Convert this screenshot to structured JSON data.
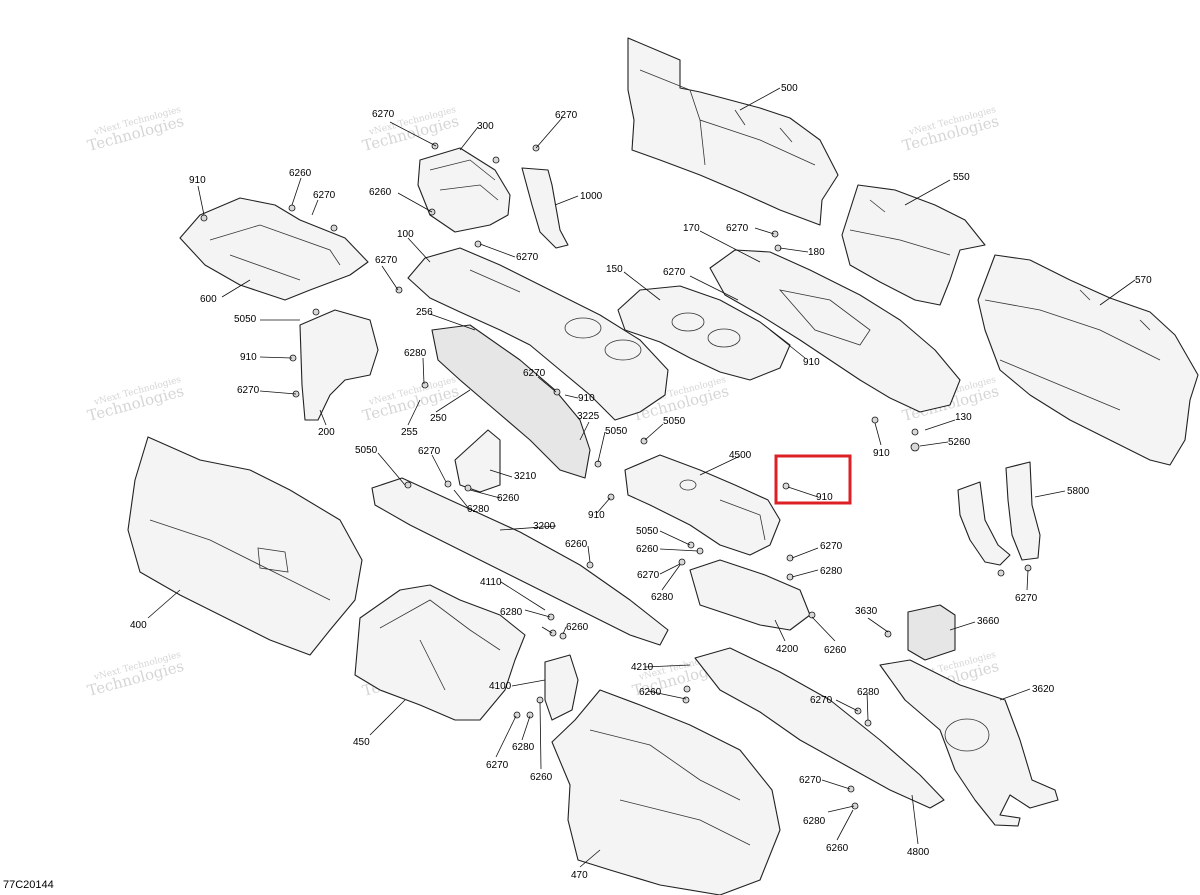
{
  "diagram_ref": "77C20144",
  "watermark": {
    "line1": "vNext Technologies",
    "line2": "Technologies"
  },
  "highlight": {
    "color": "#dd1f26",
    "target_callout": "910"
  },
  "callouts": [
    {
      "id": "c500",
      "text": "500"
    },
    {
      "id": "c550",
      "text": "550"
    },
    {
      "id": "c570",
      "text": "570"
    },
    {
      "id": "c300",
      "text": "300"
    },
    {
      "id": "c6270a",
      "text": "6270"
    },
    {
      "id": "c6270b",
      "text": "6270"
    },
    {
      "id": "c1000",
      "text": "1000"
    },
    {
      "id": "c910a",
      "text": "910"
    },
    {
      "id": "c6260a",
      "text": "6260"
    },
    {
      "id": "c6270c",
      "text": "6270"
    },
    {
      "id": "c6260b",
      "text": "6260"
    },
    {
      "id": "c100",
      "text": "100"
    },
    {
      "id": "c6270d",
      "text": "6270"
    },
    {
      "id": "c170",
      "text": "170"
    },
    {
      "id": "c6270e",
      "text": "6270"
    },
    {
      "id": "c180",
      "text": "180"
    },
    {
      "id": "c600",
      "text": "600"
    },
    {
      "id": "c6270f",
      "text": "6270"
    },
    {
      "id": "c150",
      "text": "150"
    },
    {
      "id": "c6270g",
      "text": "6270"
    },
    {
      "id": "c5050a",
      "text": "5050"
    },
    {
      "id": "c256",
      "text": "256"
    },
    {
      "id": "c910b",
      "text": "910"
    },
    {
      "id": "c6280a",
      "text": "6280"
    },
    {
      "id": "c910c",
      "text": "910"
    },
    {
      "id": "c6270h",
      "text": "6270"
    },
    {
      "id": "c6270i",
      "text": "6270"
    },
    {
      "id": "c910d",
      "text": "910"
    },
    {
      "id": "c250",
      "text": "250"
    },
    {
      "id": "c255",
      "text": "255"
    },
    {
      "id": "c200",
      "text": "200"
    },
    {
      "id": "c3225",
      "text": "3225"
    },
    {
      "id": "c130",
      "text": "130"
    },
    {
      "id": "c5050b",
      "text": "5050"
    },
    {
      "id": "c5050c",
      "text": "5050"
    },
    {
      "id": "c5260",
      "text": "5260"
    },
    {
      "id": "c910e",
      "text": "910"
    },
    {
      "id": "c5050d",
      "text": "5050"
    },
    {
      "id": "c6270j",
      "text": "6270"
    },
    {
      "id": "c4500",
      "text": "4500"
    },
    {
      "id": "c3210",
      "text": "3210"
    },
    {
      "id": "c910f",
      "text": "910"
    },
    {
      "id": "c5800",
      "text": "5800"
    },
    {
      "id": "c6260c",
      "text": "6260"
    },
    {
      "id": "c6280b",
      "text": "6280"
    },
    {
      "id": "c910g",
      "text": "910"
    },
    {
      "id": "c3200",
      "text": "3200"
    },
    {
      "id": "c5050e",
      "text": "5050"
    },
    {
      "id": "c6260d",
      "text": "6260"
    },
    {
      "id": "c6260e",
      "text": "6260"
    },
    {
      "id": "c6270k",
      "text": "6270"
    },
    {
      "id": "c6270l",
      "text": "6270"
    },
    {
      "id": "c6280c",
      "text": "6280"
    },
    {
      "id": "c4110",
      "text": "4110"
    },
    {
      "id": "c6280d",
      "text": "6280"
    },
    {
      "id": "c6270m",
      "text": "6270"
    },
    {
      "id": "c400",
      "text": "400"
    },
    {
      "id": "c3630",
      "text": "3630"
    },
    {
      "id": "c3660",
      "text": "3660"
    },
    {
      "id": "c6280e",
      "text": "6280"
    },
    {
      "id": "c6260f",
      "text": "6260"
    },
    {
      "id": "c4200",
      "text": "4200"
    },
    {
      "id": "c6260g",
      "text": "6260"
    },
    {
      "id": "c4210",
      "text": "4210"
    },
    {
      "id": "c4100",
      "text": "4100"
    },
    {
      "id": "c6260h",
      "text": "6260"
    },
    {
      "id": "c6280f",
      "text": "6280"
    },
    {
      "id": "c3620",
      "text": "3620"
    },
    {
      "id": "c6270n",
      "text": "6270"
    },
    {
      "id": "c450",
      "text": "450"
    },
    {
      "id": "c6280g",
      "text": "6280"
    },
    {
      "id": "c6270o",
      "text": "6270"
    },
    {
      "id": "c6260i",
      "text": "6260"
    },
    {
      "id": "c6270p",
      "text": "6270"
    },
    {
      "id": "c6280h",
      "text": "6280"
    },
    {
      "id": "c470",
      "text": "470"
    },
    {
      "id": "c6260j",
      "text": "6260"
    },
    {
      "id": "c4800",
      "text": "4800"
    }
  ]
}
